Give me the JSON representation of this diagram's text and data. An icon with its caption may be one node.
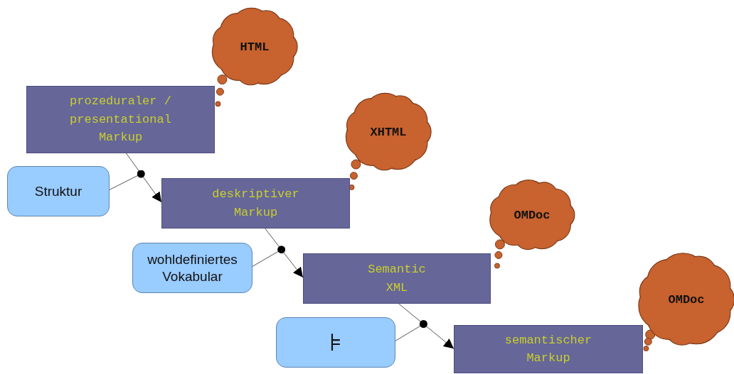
{
  "diagram": {
    "nodes": [
      {
        "text": [
          "HTML"
        ]
      },
      {
        "text": [
          "prozeduraler / presentational Markup"
        ]
      },
      {
        "text": [
          "XHTML"
        ]
      },
      {
        "text": [
          "Struktur"
        ]
      },
      {
        "text": [
          "deskriptiver Markup"
        ]
      },
      {
        "text": [
          "OMDoc"
        ]
      },
      {
        "text": [
          "wohldefiniertes Vokabular"
        ]
      },
      {
        "text": [
          "Semantic XML"
        ]
      },
      {
        "text": [
          "OMDoc"
        ]
      },
      {
        "text": [
          "⊧"
        ]
      },
      {
        "text": [
          "semantischer Markup"
        ]
      }
    ],
    "edges": [
      {
        "from": 1,
        "to": 4,
        "arrow": "to"
      },
      {
        "from": 4,
        "to": 7,
        "arrow": "to"
      },
      {
        "from": 7,
        "to": 10,
        "arrow": "to"
      },
      {
        "from": 3,
        "to": null,
        "arrow": "other"
      },
      {
        "from": 6,
        "to": null,
        "arrow": "other"
      },
      {
        "from": 9,
        "to": null,
        "arrow": "other"
      }
    ]
  }
}
